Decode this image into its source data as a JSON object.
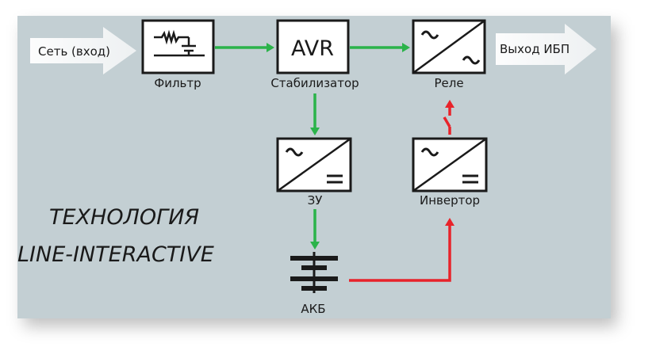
{
  "diagram": {
    "input_label": "Сеть (вход)",
    "output_label": "Выход ИБП",
    "blocks": {
      "filter": "Фильтр",
      "avr_text": "AVR",
      "stabilizer": "Стабилизатор",
      "relay": "Реле",
      "charger": "ЗУ",
      "inverter": "Инвертор",
      "battery": "АКБ"
    },
    "title_line1": "ТЕХНОЛОГИЯ",
    "title_line2": "LINE-INTERACTIVE"
  },
  "colors": {
    "panel": "#c3cfd3",
    "green_flow": "#2bb34a",
    "red_flow": "#e8232a",
    "box_border": "#1a1a1a"
  }
}
